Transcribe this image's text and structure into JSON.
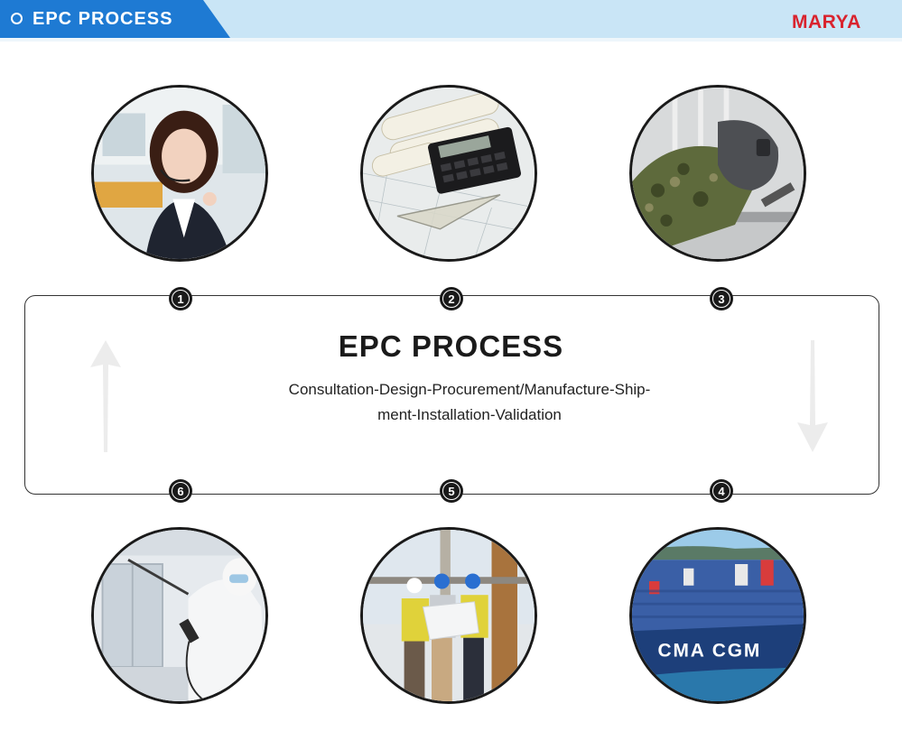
{
  "header": {
    "title": "EPC PROCESS",
    "brand": "MARYA"
  },
  "process": {
    "title": "EPC PROCESS",
    "description_line1": "Consultation-Design-Procurement/Manufacture-Ship-",
    "description_line2": "ment-Installation-Validation"
  },
  "steps": [
    {
      "number": "1",
      "image": "customer-service-agent-photo"
    },
    {
      "number": "2",
      "image": "blueprints-calculator-photo"
    },
    {
      "number": "3",
      "image": "welder-photo"
    },
    {
      "number": "4",
      "image": "container-ship-photo"
    },
    {
      "number": "5",
      "image": "engineers-blueprint-photo"
    },
    {
      "number": "6",
      "image": "cleanroom-validation-photo"
    }
  ],
  "colors": {
    "header_tab": "#1e7ad3",
    "header_bar": "#c9e5f6",
    "brand_red": "#d9232e",
    "step_marker": "#1a1a1a"
  }
}
